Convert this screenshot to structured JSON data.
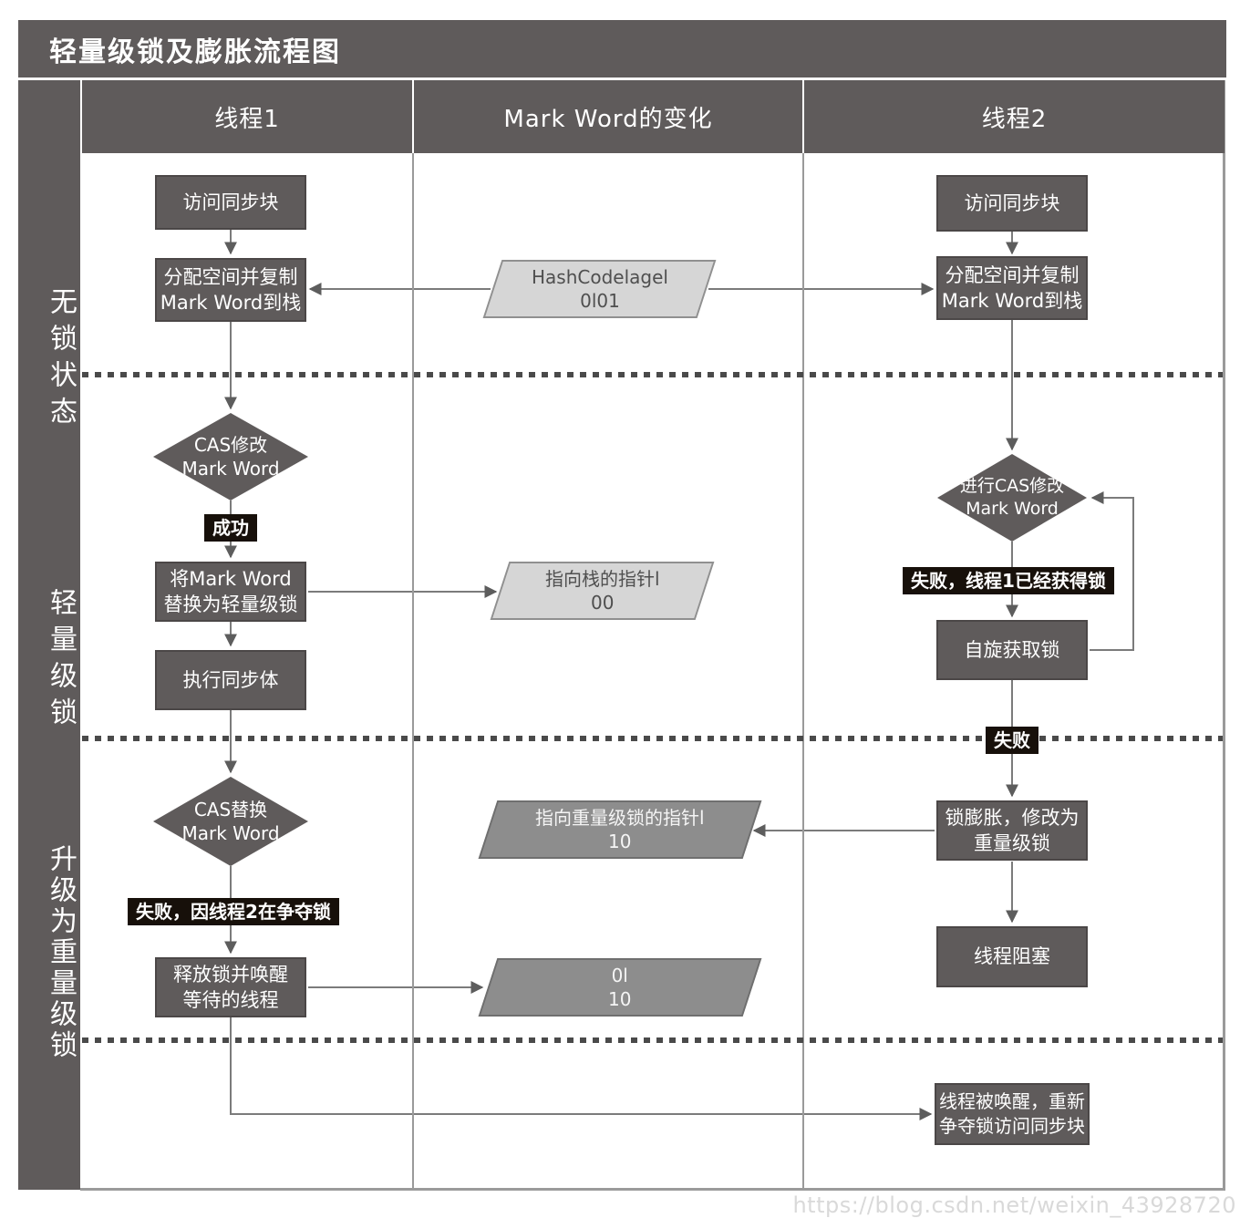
{
  "title": "轻量级锁及膨胀流程图",
  "header": {
    "columns": [
      "线程1",
      "Mark Word的变化",
      "线程2"
    ]
  },
  "sidebar": {
    "sections": [
      "无锁状态",
      "轻量级锁",
      "升级为重量级锁"
    ]
  },
  "thread1": {
    "access": "访问同步块",
    "alloc": "分配空间并复制\nMark Word到栈",
    "cas_modify": "CAS修改\nMark Word",
    "success_label": "成功",
    "replace": "将Mark Word\n替换为轻量级锁",
    "execute": "执行同步体",
    "cas_replace": "CAS替换\nMark Word",
    "fail_label": "失败，因线程2在争夺锁",
    "release": "释放锁并唤醒\n等待的线程"
  },
  "markword": {
    "hashcode": "HashCodelagel\n0l01",
    "stack_pointer": "指向栈的指针l\n00",
    "heavy_pointer": "指向重量级锁的指针l\n10",
    "bits": "0l\n10"
  },
  "thread2": {
    "access": "访问同步块",
    "alloc": "分配空间并复制\nMark Word到栈",
    "cas_modify": "进行CAS修改\nMark Word",
    "fail_acquired_label": "失败，线程1已经获得锁",
    "spin": "自旋获取锁",
    "fail_label": "失败",
    "inflate": "锁膨胀，修改为\n重量级锁",
    "block": "线程阻塞",
    "wake": "线程被唤醒，重新\n争夺锁访问同步块"
  },
  "watermark": "https://blog.csdn.net/weixin_43928720",
  "colors": {
    "node_fill": "#5f5b5b",
    "label_fill": "#17100a",
    "light_shape": "#d6d6d6",
    "mid_shape": "#8d8d8d",
    "line": "#7b7b7b"
  }
}
